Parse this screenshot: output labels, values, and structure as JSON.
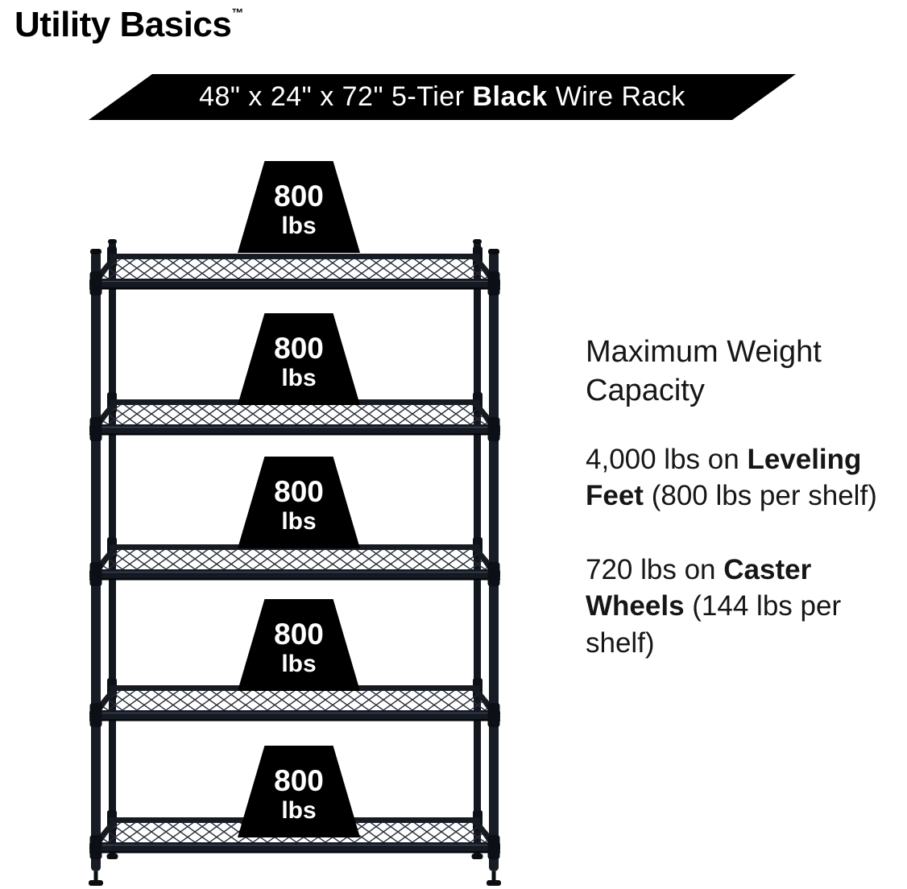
{
  "brand": {
    "name": "Utility Basics",
    "trademark": "™"
  },
  "banner": {
    "pre": "48\" x 24\" x 72\" 5-Tier ",
    "bold": "Black",
    "post": " Wire Rack"
  },
  "badges": [
    {
      "value": "800",
      "unit": "lbs"
    },
    {
      "value": "800",
      "unit": "lbs"
    },
    {
      "value": "800",
      "unit": "lbs"
    },
    {
      "value": "800",
      "unit": "lbs"
    },
    {
      "value": "800",
      "unit": "lbs"
    }
  ],
  "info": {
    "heading": "Maximum Weight Capacity",
    "leveling": {
      "pre": "4,000 lbs on ",
      "bold": "Leveling Feet",
      "post": " (800 lbs per shelf)"
    },
    "caster": {
      "pre": "720 lbs on ",
      "bold": "Caster Wheels",
      "post": " (144 lbs per shelf)"
    }
  },
  "colors": {
    "banner_bg": "#000000",
    "badge_bg": "#000000",
    "rack": "#171c25",
    "text": "#161616",
    "background": "#ffffff"
  }
}
